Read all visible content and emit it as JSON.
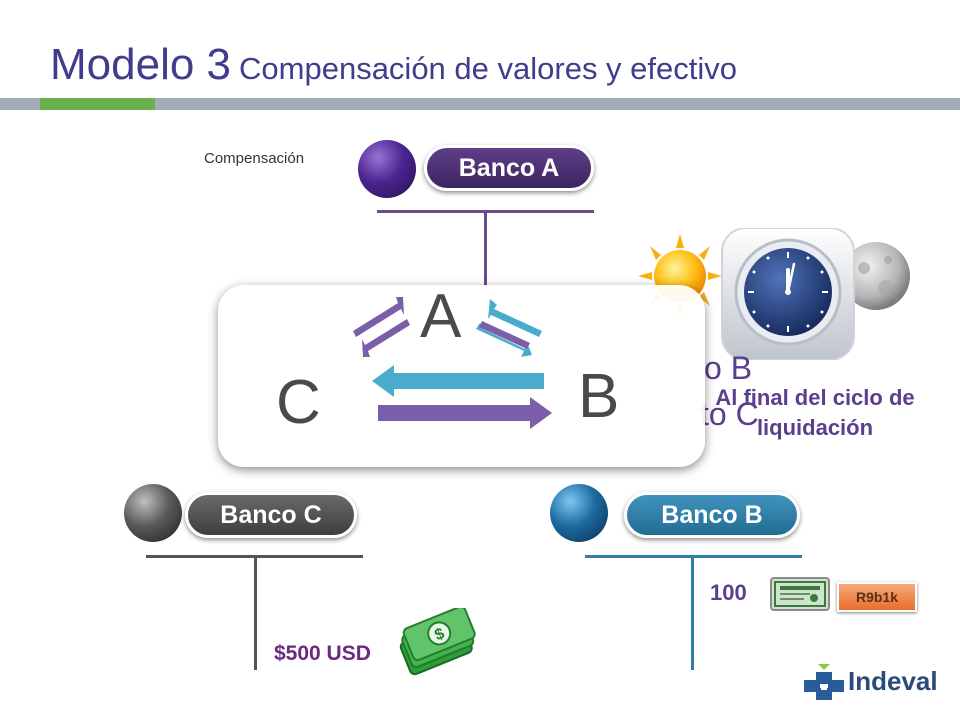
{
  "header": {
    "title_main": "Modelo 3",
    "title_sub": "Compensación de valores y efectivo"
  },
  "labels": {
    "compensacion": "Compensación"
  },
  "banks": {
    "a": "Banco A",
    "b": "Banco B",
    "c": "Banco C"
  },
  "clearing": {
    "letter_a": "A",
    "letter_b": "B",
    "letter_c": "C"
  },
  "background_text": {
    "line1": "o B",
    "line2": "to C"
  },
  "cycle_note": {
    "line1": "Al final del ciclo de",
    "line2": "liquidación"
  },
  "amounts": {
    "cash": "$500 USD",
    "securities_qty": "100",
    "security_code": "R9b1k"
  },
  "logo": {
    "text": "Indeval"
  },
  "colors": {
    "title": "#3f3d8c",
    "bank_a": "#4a2d72",
    "bank_b": "#2f7fa8",
    "bank_c": "#555555",
    "arrow_purple": "#7a5ea8",
    "arrow_blue": "#4aaccc"
  }
}
